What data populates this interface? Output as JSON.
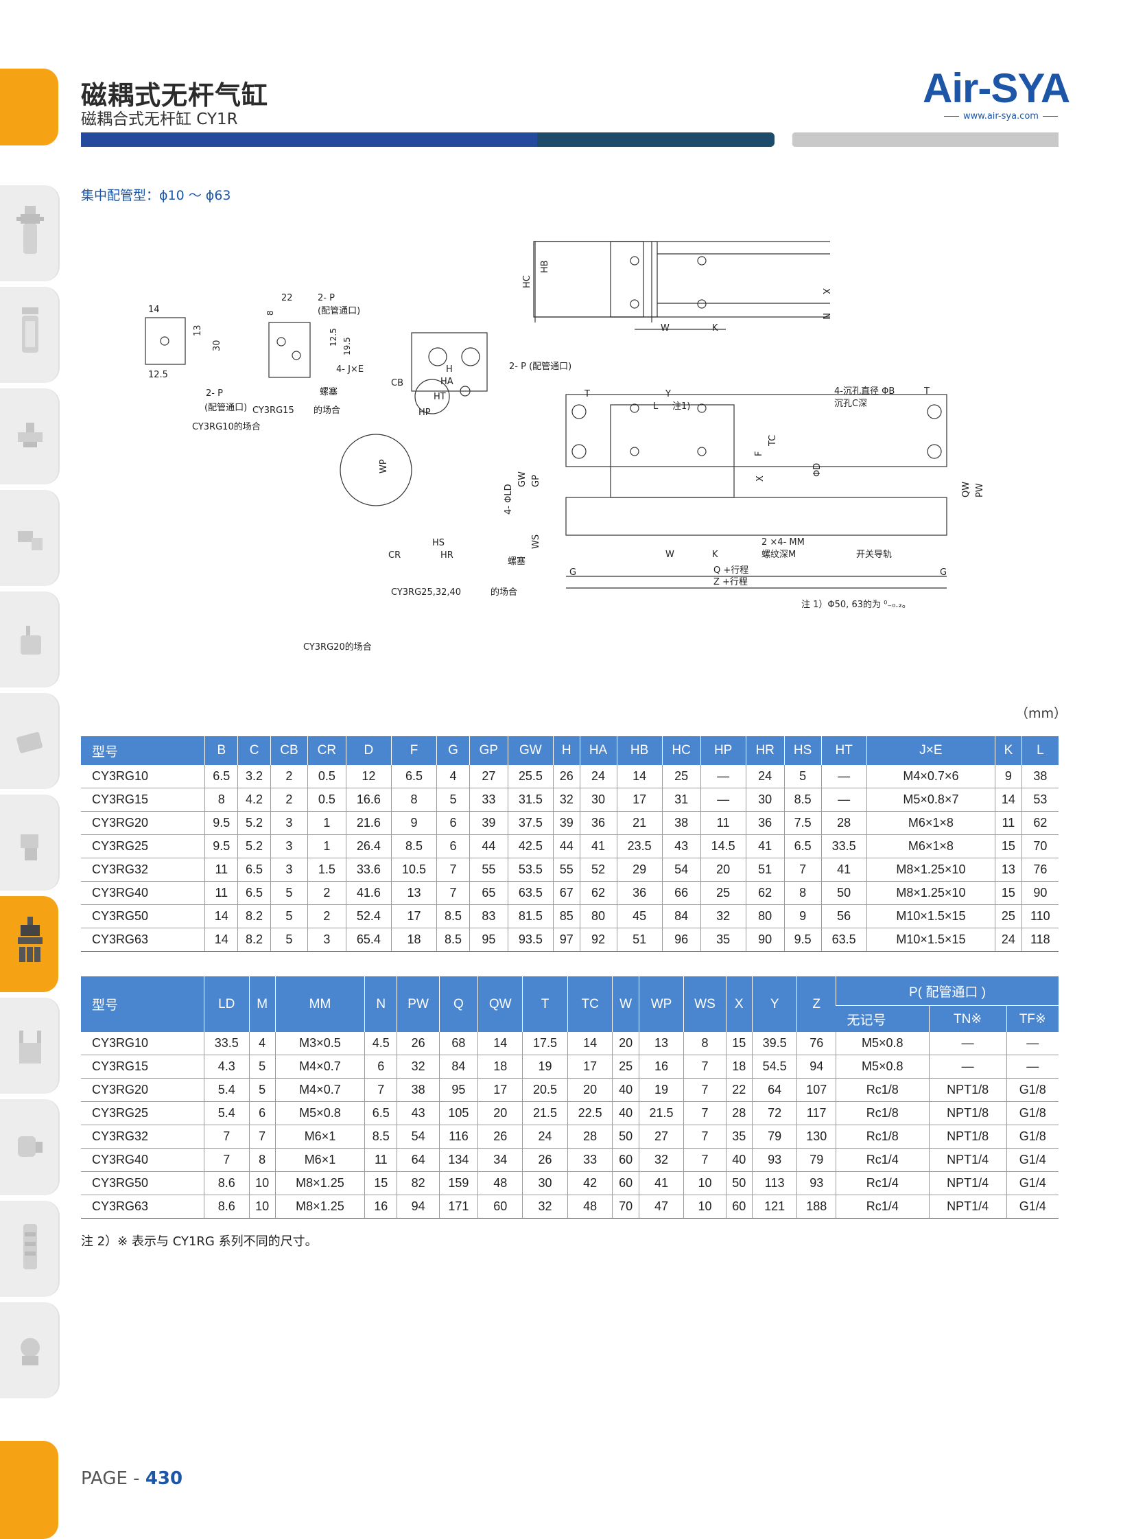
{
  "header": {
    "title": "磁耦式无杆气缸",
    "subtitle": "磁耦合式无杆缸 CY1R",
    "logo": "Air-SYA",
    "logo_url": "www.air-sya.com"
  },
  "section_label": "集中配管型：ϕ10 ～ ϕ63",
  "drawing": {
    "labels": {
      "hc": "HC",
      "hb": "HB",
      "x": "X",
      "n": "N",
      "w": "W",
      "k": "K",
      "jxe": "4- J×E",
      "cb": "CB",
      "h": "H",
      "ha": "HA",
      "ht": "HT",
      "hp": "HP",
      "p_port_top": "2- P (配管通口)",
      "wp": "WP",
      "ld": "4- ΦLD",
      "gw": "GW",
      "gp": "GP",
      "ws": "WS",
      "hs": "HS",
      "hr": "HR",
      "cr": "CR",
      "plug_a": "螺塞",
      "case_25": "CY3RG25,32,40",
      "case_suffix": "的场合",
      "c20": "CY3RG20的场合",
      "d14": "14",
      "d13": "13",
      "d30": "30",
      "d125": "12.5",
      "p2": "2- P",
      "p2_port": "(配管通口)",
      "c10": "CY3RG10的场合",
      "d22": "22",
      "d8": "8",
      "p2b": "2- P",
      "port_b": "(配管通口)",
      "d125b": "12.5",
      "d195": "19.5",
      "plug_b": "螺塞",
      "c15": "CY3RG15",
      "c15s": "的场合",
      "t": "T",
      "y": "Y",
      "l": "L",
      "note1_ref": "注1)",
      "tc": "TC",
      "f": "F",
      "phid": "ΦD",
      "bore_title": "4-沉孔直径 ΦB",
      "bore_c": "沉孔C深",
      "qw": "QW",
      "pw": "PW",
      "mm": "2 ×4- MM",
      "mm_depth": "螺纹深M",
      "switch_rail": "开关导轨",
      "g": "G",
      "q": "Q +行程",
      "z": "Z +行程",
      "note1": "注 1）Φ50, 63的为 ⁰₋₀.₂。"
    }
  },
  "unit": "（mm）",
  "table1": {
    "headers": [
      "型号",
      "B",
      "C",
      "CB",
      "CR",
      "D",
      "F",
      "G",
      "GP",
      "GW",
      "H",
      "HA",
      "HB",
      "HC",
      "HP",
      "HR",
      "HS",
      "HT",
      "J×E",
      "K",
      "L"
    ],
    "rows": [
      [
        "CY3RG10",
        "6.5",
        "3.2",
        "2",
        "0.5",
        "12",
        "6.5",
        "4",
        "27",
        "25.5",
        "26",
        "24",
        "14",
        "25",
        "—",
        "24",
        "5",
        "—",
        "M4×0.7×6",
        "9",
        "38"
      ],
      [
        "CY3RG15",
        "8",
        "4.2",
        "2",
        "0.5",
        "16.6",
        "8",
        "5",
        "33",
        "31.5",
        "32",
        "30",
        "17",
        "31",
        "—",
        "30",
        "8.5",
        "—",
        "M5×0.8×7",
        "14",
        "53"
      ],
      [
        "CY3RG20",
        "9.5",
        "5.2",
        "3",
        "1",
        "21.6",
        "9",
        "6",
        "39",
        "37.5",
        "39",
        "36",
        "21",
        "38",
        "11",
        "36",
        "7.5",
        "28",
        "M6×1×8",
        "11",
        "62"
      ],
      [
        "CY3RG25",
        "9.5",
        "5.2",
        "3",
        "1",
        "26.4",
        "8.5",
        "6",
        "44",
        "42.5",
        "44",
        "41",
        "23.5",
        "43",
        "14.5",
        "41",
        "6.5",
        "33.5",
        "M6×1×8",
        "15",
        "70"
      ],
      [
        "CY3RG32",
        "11",
        "6.5",
        "3",
        "1.5",
        "33.6",
        "10.5",
        "7",
        "55",
        "53.5",
        "55",
        "52",
        "29",
        "54",
        "20",
        "51",
        "7",
        "41",
        "M8×1.25×10",
        "13",
        "76"
      ],
      [
        "CY3RG40",
        "11",
        "6.5",
        "5",
        "2",
        "41.6",
        "13",
        "7",
        "65",
        "63.5",
        "67",
        "62",
        "36",
        "66",
        "25",
        "62",
        "8",
        "50",
        "M8×1.25×10",
        "15",
        "90"
      ],
      [
        "CY3RG50",
        "14",
        "8.2",
        "5",
        "2",
        "52.4",
        "17",
        "8.5",
        "83",
        "81.5",
        "85",
        "80",
        "45",
        "84",
        "32",
        "80",
        "9",
        "56",
        "M10×1.5×15",
        "25",
        "110"
      ],
      [
        "CY3RG63",
        "14",
        "8.2",
        "5",
        "3",
        "65.4",
        "18",
        "8.5",
        "95",
        "93.5",
        "97",
        "92",
        "51",
        "96",
        "35",
        "90",
        "9.5",
        "63.5",
        "M10×1.5×15",
        "24",
        "118"
      ]
    ]
  },
  "table2": {
    "headers": [
      "型号",
      "LD",
      "M",
      "MM",
      "N",
      "PW",
      "Q",
      "QW",
      "T",
      "TC",
      "W",
      "WP",
      "WS",
      "X",
      "Y",
      "Z"
    ],
    "p_group": "P( 配管通口 )",
    "p_sub": [
      "无记号",
      "TN※",
      "TF※"
    ],
    "rows": [
      [
        "CY3RG10",
        "33.5",
        "4",
        "M3×0.5",
        "4.5",
        "26",
        "68",
        "14",
        "17.5",
        "14",
        "20",
        "13",
        "8",
        "15",
        "39.5",
        "76",
        "M5×0.8",
        "—",
        "—"
      ],
      [
        "CY3RG15",
        "4.3",
        "5",
        "M4×0.7",
        "6",
        "32",
        "84",
        "18",
        "19",
        "17",
        "25",
        "16",
        "7",
        "18",
        "54.5",
        "94",
        "M5×0.8",
        "—",
        "—"
      ],
      [
        "CY3RG20",
        "5.4",
        "5",
        "M4×0.7",
        "7",
        "38",
        "95",
        "17",
        "20.5",
        "20",
        "40",
        "19",
        "7",
        "22",
        "64",
        "107",
        "Rc1/8",
        "NPT1/8",
        "G1/8"
      ],
      [
        "CY3RG25",
        "5.4",
        "6",
        "M5×0.8",
        "6.5",
        "43",
        "105",
        "20",
        "21.5",
        "22.5",
        "40",
        "21.5",
        "7",
        "28",
        "72",
        "117",
        "Rc1/8",
        "NPT1/8",
        "G1/8"
      ],
      [
        "CY3RG32",
        "7",
        "7",
        "M6×1",
        "8.5",
        "54",
        "116",
        "26",
        "24",
        "28",
        "50",
        "27",
        "7",
        "35",
        "79",
        "130",
        "Rc1/8",
        "NPT1/8",
        "G1/8"
      ],
      [
        "CY3RG40",
        "7",
        "8",
        "M6×1",
        "11",
        "64",
        "134",
        "34",
        "26",
        "33",
        "60",
        "32",
        "7",
        "40",
        "93",
        "79",
        "Rc1/4",
        "NPT1/4",
        "G1/4"
      ],
      [
        "CY3RG50",
        "8.6",
        "10",
        "M8×1.25",
        "15",
        "82",
        "159",
        "48",
        "30",
        "42",
        "60",
        "41",
        "10",
        "50",
        "113",
        "93",
        "Rc1/4",
        "NPT1/4",
        "G1/4"
      ],
      [
        "CY3RG63",
        "8.6",
        "10",
        "M8×1.25",
        "16",
        "94",
        "171",
        "60",
        "32",
        "48",
        "70",
        "47",
        "10",
        "60",
        "121",
        "188",
        "Rc1/4",
        "NPT1/4",
        "G1/4"
      ]
    ]
  },
  "note2": "注 2）※ 表示与 CY1RG 系列不同的尺寸。",
  "page": {
    "prefix": "PAGE - ",
    "number": "430"
  },
  "colors": {
    "accent_orange": "#f5a214",
    "brand_blue": "#1d56a6",
    "table_header": "#4a85cf"
  }
}
